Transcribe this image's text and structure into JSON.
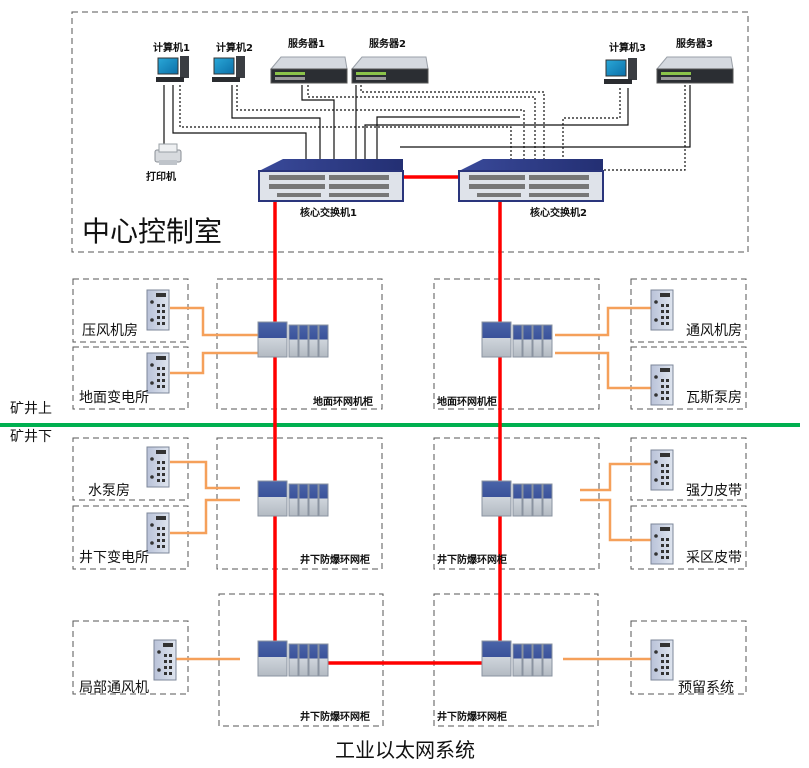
{
  "diagram": {
    "title": "工业以太网系统",
    "control_room": {
      "label": "中心控制室",
      "computers": [
        {
          "id": "pc1",
          "label": "计算机1"
        },
        {
          "id": "pc2",
          "label": "计算机2"
        },
        {
          "id": "pc3",
          "label": "计算机3"
        }
      ],
      "servers": [
        {
          "id": "srv1",
          "label": "服务器1"
        },
        {
          "id": "srv2",
          "label": "服务器2"
        },
        {
          "id": "srv3",
          "label": "服务器3"
        }
      ],
      "printer": {
        "label": "打印机"
      },
      "core_switches": [
        {
          "id": "core1",
          "label": "核心交换机1"
        },
        {
          "id": "core2",
          "label": "核心交换机2"
        }
      ]
    },
    "divider": {
      "above_label": "矿井上",
      "below_label": "矿井下"
    },
    "cabinets": [
      {
        "id": "cab-surface-left",
        "label": "地面环网机柜"
      },
      {
        "id": "cab-surface-right",
        "label": "地面环网机柜"
      },
      {
        "id": "cab-under-left",
        "label": "井下防爆环网柜"
      },
      {
        "id": "cab-under-right",
        "label": "井下防爆环网柜"
      },
      {
        "id": "cab-bottom-left",
        "label": "井下防爆环网柜"
      },
      {
        "id": "cab-bottom-right",
        "label": "井下防爆环网柜"
      }
    ],
    "stations": [
      {
        "id": "st-compressor",
        "label": "压风机房"
      },
      {
        "id": "st-surface-sub",
        "label": "地面变电所"
      },
      {
        "id": "st-ventilation",
        "label": "通风机房"
      },
      {
        "id": "st-gas-pump",
        "label": "瓦斯泵房"
      },
      {
        "id": "st-water-pump",
        "label": "水泵房"
      },
      {
        "id": "st-under-sub",
        "label": "井下变电所"
      },
      {
        "id": "st-strong-belt",
        "label": "强力皮带"
      },
      {
        "id": "st-mining-belt",
        "label": "采区皮带"
      },
      {
        "id": "st-local-fan",
        "label": "局部通风机"
      },
      {
        "id": "st-reserved",
        "label": "预留系统"
      }
    ],
    "colors": {
      "ring_link": "#ff0000",
      "access_link": "#f5a05a",
      "divider": "#00b050",
      "dashed_border": "#555555",
      "lan_link": "#000000"
    },
    "links": {
      "ring": "red fiber ring between core switches and ring cabinets",
      "access": "orange links from ring cabinets to station switches",
      "lan": "solid and dotted black links from PCs/servers to core switches"
    }
  }
}
